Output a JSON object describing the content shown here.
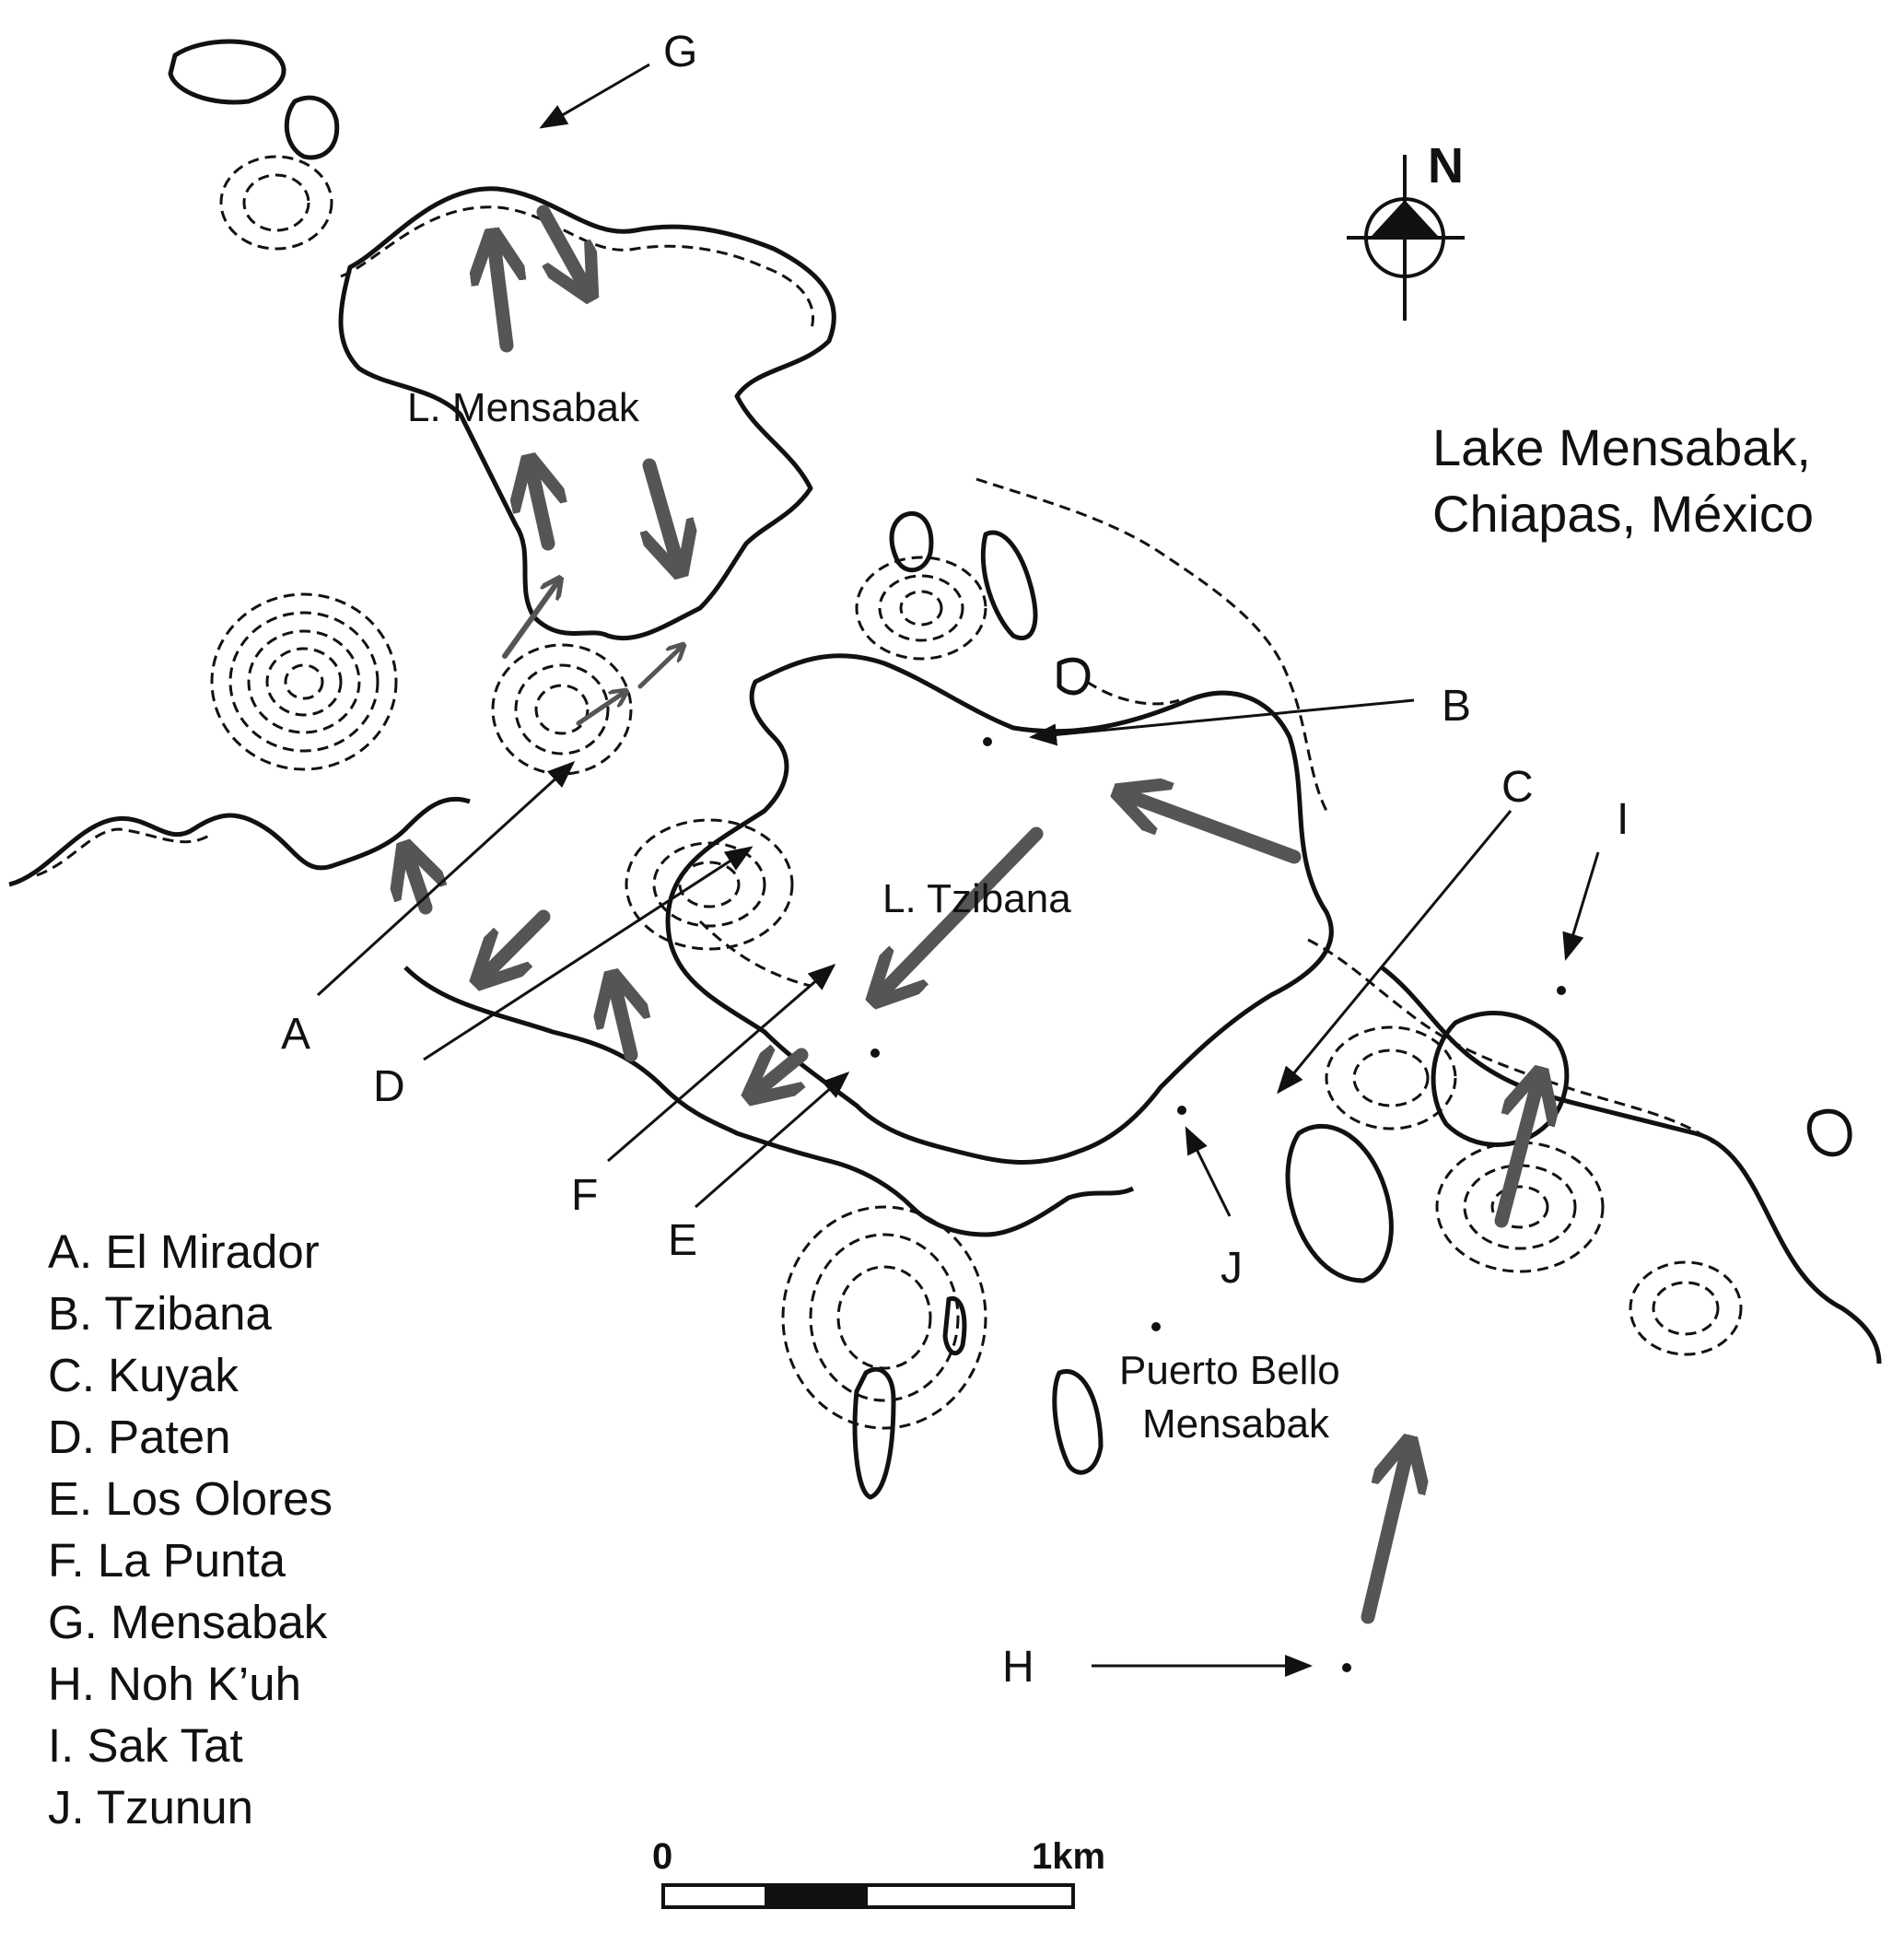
{
  "map": {
    "title_line1": "Lake Mensabak,",
    "title_line2": "Chiapas, México",
    "north_label": "N",
    "lake_labels": {
      "mensabak": "L. Mensabak",
      "tzibana": "L. Tzibana"
    },
    "town_label_line1": "Puerto Bello",
    "town_label_line2": "Mensabak",
    "site_letters": [
      "A",
      "B",
      "C",
      "D",
      "E",
      "F",
      "G",
      "H",
      "I",
      "J"
    ],
    "legend": [
      "A. El Mirador",
      "B. Tzibana",
      "C. Kuyak",
      "D. Paten",
      "E. Los Olores",
      "F. La Punta",
      "G. Mensabak",
      "H. Noh K’uh",
      "I. Sak Tat",
      "J. Tzunun"
    ],
    "scale_bar": {
      "start_label": "0",
      "end_label": "1km"
    },
    "colors": {
      "ink": "#111111",
      "flow_arrow": "#555555",
      "background": "#ffffff"
    }
  }
}
